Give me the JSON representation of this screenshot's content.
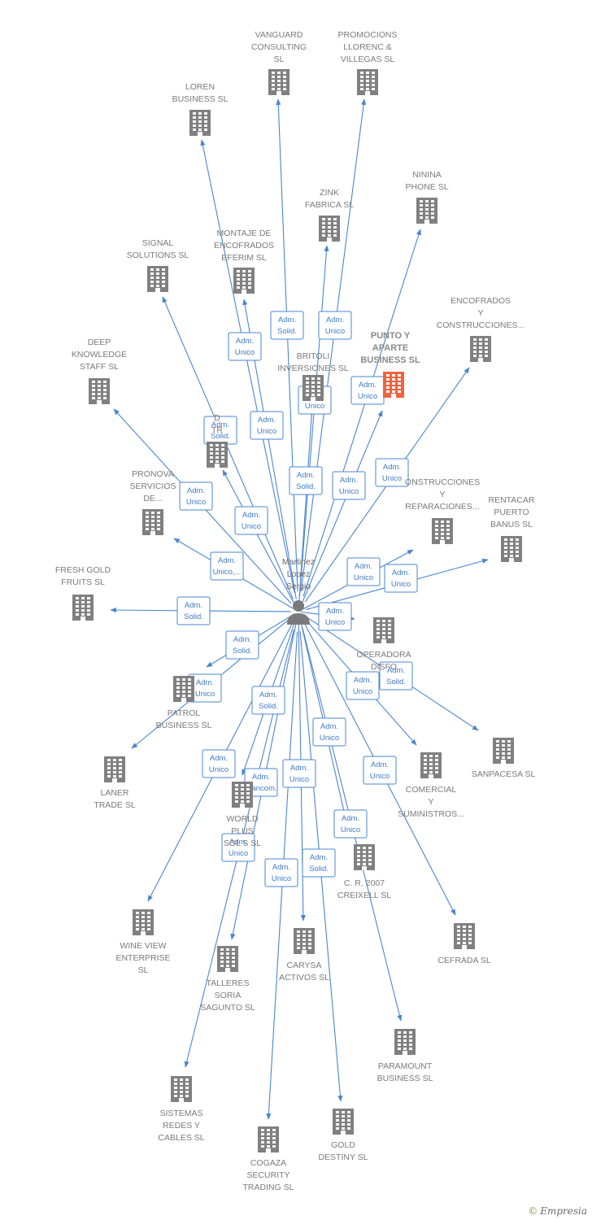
{
  "center": {
    "lines": [
      "Martinez",
      "Lopez",
      "Sergio"
    ]
  },
  "brand": {
    "copyright": "©",
    "name": "Empresia"
  },
  "colors": {
    "edge": "#4a86d0",
    "building": "#808080",
    "focus": "#f0643c",
    "person": "#7a7a7a"
  },
  "nodes": [
    {
      "id": "vanguard",
      "lines": [
        "VANGUARD",
        "CONSULTING",
        "SL"
      ]
    },
    {
      "id": "promocions",
      "lines": [
        "PROMOCIONS",
        "LLORENC &",
        "VILLEGAS SL"
      ]
    },
    {
      "id": "loren",
      "lines": [
        "LOREN",
        "BUSINESS  SL"
      ]
    },
    {
      "id": "ninina",
      "lines": [
        "NININA",
        "PHONE  SL"
      ]
    },
    {
      "id": "zink",
      "lines": [
        "ZINK",
        "FABRICA SL"
      ]
    },
    {
      "id": "montaje",
      "lines": [
        "MONTAJE DE",
        "ENCOFRADOS",
        "EFERIM SL"
      ]
    },
    {
      "id": "signal",
      "lines": [
        "SIGNAL",
        "SOLUTIONS  SL"
      ]
    },
    {
      "id": "encofrados",
      "lines": [
        "ENCOFRADOS",
        "Y",
        "CONSTRUCCIONES..."
      ]
    },
    {
      "id": "punto",
      "lines": [
        "PUNTO Y",
        "APARTE",
        "BUSINESS  SL"
      ],
      "focus": true
    },
    {
      "id": "britoli",
      "lines": [
        "BRITOLI",
        "INVERSIONES SL"
      ]
    },
    {
      "id": "deep",
      "lines": [
        "DEEP",
        "KNOWLEDGE",
        "STAFF SL"
      ]
    },
    {
      "id": "dtr",
      "lines": [
        "D",
        "TR"
      ]
    },
    {
      "id": "pronova",
      "lines": [
        "PRONOVA",
        "SERVICIOS",
        "DE..."
      ]
    },
    {
      "id": "construcciones",
      "lines": [
        "ONSTRUCCIONES",
        "Y",
        "REPARACIONES..."
      ]
    },
    {
      "id": "rentacar",
      "lines": [
        "RENTACAR",
        "PUERTO",
        "BANUS SL"
      ]
    },
    {
      "id": "freshgold",
      "lines": [
        "FRESH GOLD",
        "FRUITS  SL"
      ]
    },
    {
      "id": "operadora",
      "lines": [
        "OPERADORA",
        "DISFO"
      ]
    },
    {
      "id": "patrol",
      "lines": [
        "PATROL",
        "BUSINESS  SL"
      ]
    },
    {
      "id": "sanpacesa",
      "lines": [
        "SANPACESA  SL"
      ]
    },
    {
      "id": "laner",
      "lines": [
        "LANER",
        "TRADE  SL"
      ]
    },
    {
      "id": "comercial",
      "lines": [
        "COMERCIAL",
        "Y",
        "SUMINISTROS..."
      ]
    },
    {
      "id": "worldplus",
      "lines": [
        "WORLD",
        "PLUS",
        "SOL        S  SL"
      ]
    },
    {
      "id": "cr2007",
      "lines": [
        "C. R. 2007",
        "CREIXELL SL"
      ]
    },
    {
      "id": "wineview",
      "lines": [
        "WINE VIEW",
        "ENTERPRISE",
        "SL"
      ]
    },
    {
      "id": "carysa",
      "lines": [
        "CARYSA",
        "ACTIVOS  SL"
      ]
    },
    {
      "id": "cefrada",
      "lines": [
        "CEFRADA SL"
      ]
    },
    {
      "id": "talleres",
      "lines": [
        "TALLERES",
        "SORIA",
        "SAGUNTO  SL"
      ]
    },
    {
      "id": "paramount",
      "lines": [
        "PARAMOUNT",
        "BUSINESS SL"
      ]
    },
    {
      "id": "sistemas",
      "lines": [
        "SISTEMAS",
        "REDES Y",
        "CABLES  SL"
      ]
    },
    {
      "id": "gold",
      "lines": [
        "GOLD",
        "DESTINY  SL"
      ]
    },
    {
      "id": "cogaza",
      "lines": [
        "COGAZA",
        "SECURITY",
        "TRADING SL"
      ]
    }
  ],
  "roles": [
    {
      "target": "vanguard",
      "lines": [
        "Adm.",
        "Solid."
      ]
    },
    {
      "target": "promocions",
      "lines": [
        "Adm.",
        "Unico"
      ]
    },
    {
      "target": "loren",
      "lines": [
        "Adm.",
        "Unico"
      ]
    },
    {
      "target": "ninina",
      "lines": [
        "Adm.",
        "Unico"
      ]
    },
    {
      "target": "zink",
      "lines": [
        "Adm.",
        "Unico"
      ]
    },
    {
      "target": "montaje",
      "lines": [
        "Adm.",
        "Unico"
      ]
    },
    {
      "target": "signal",
      "lines": [
        "Adm.",
        "Solid."
      ]
    },
    {
      "target": "encofrados",
      "lines": [
        "Adm.",
        "Unico"
      ]
    },
    {
      "target": "punto",
      "lines": [
        "Adm.",
        "Unico"
      ]
    },
    {
      "target": "britoli",
      "lines": [
        "Adm.",
        "Solid."
      ]
    },
    {
      "target": "deep",
      "lines": [
        "Adm.",
        "Unico"
      ]
    },
    {
      "target": "dtr",
      "lines": [
        "Adm.",
        "Unico"
      ]
    },
    {
      "target": "pronova",
      "lines": [
        "Adm.",
        "Unico,..."
      ]
    },
    {
      "target": "construcciones",
      "lines": [
        "Adm.",
        "Unico"
      ]
    },
    {
      "target": "rentacar",
      "lines": [
        "Adm.",
        "Unico"
      ]
    },
    {
      "target": "freshgold",
      "lines": [
        "Adm.",
        "Solid."
      ]
    },
    {
      "target": "operadora",
      "lines": [
        "Adm.",
        "Unico"
      ]
    },
    {
      "target": "patrol",
      "lines": [
        "Adm.",
        "Solid."
      ]
    },
    {
      "target": "sanpacesa",
      "lines": [
        "Adm.",
        "Solid."
      ]
    },
    {
      "target": "laner",
      "lines": [
        "Adm.",
        "Unico"
      ]
    },
    {
      "target": "comercial",
      "lines": [
        "Adm.",
        "Unico"
      ]
    },
    {
      "target": "worldplus",
      "lines": [
        "Adm.",
        "Solid."
      ]
    },
    {
      "target": "cr2007",
      "lines": [
        "Adm.",
        "Unico"
      ]
    },
    {
      "target": "wineview",
      "lines": [
        "Adm.",
        "Unico"
      ]
    },
    {
      "target": "carysa",
      "lines": [
        "Adm.",
        "Unico"
      ]
    },
    {
      "target": "cefrada",
      "lines": [
        "Adm.",
        "Unico"
      ]
    },
    {
      "target": "talleres",
      "lines": [
        "Adm.",
        "Mancom."
      ]
    },
    {
      "target": "paramount",
      "lines": [
        "Adm.",
        "Unico"
      ]
    },
    {
      "target": "sistemas",
      "lines": [
        "Adm.",
        "Unico"
      ]
    },
    {
      "target": "gold",
      "lines": [
        "Adm.",
        "Solid."
      ]
    },
    {
      "target": "cogaza",
      "lines": [
        "Adm.",
        "Unico"
      ]
    }
  ]
}
